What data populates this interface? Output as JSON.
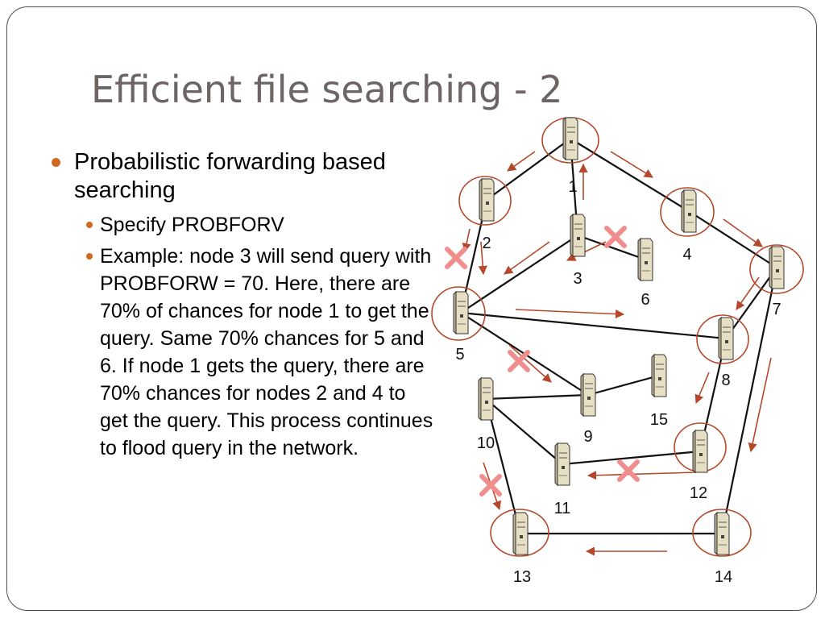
{
  "slide": {
    "title": "Efficient file searching - 2",
    "bullets": [
      {
        "text": "Probabilistic forwarding based searching",
        "sub": [
          "Specify PROBFORV",
          "Example: node 3 will send query with PROBFORW = 70. Here, there are 70% of chances for node 1 to get the query. Same 70% chances for 5 and 6. If node 1 gets the query, there are 70% chances for nodes 2 and 4 to get the query. This process continues to flood query in the network."
        ]
      }
    ]
  },
  "diagram": {
    "nodes": [
      "1",
      "2",
      "3",
      "4",
      "5",
      "6",
      "7",
      "8",
      "9",
      "10",
      "11",
      "12",
      "13",
      "14",
      "15"
    ],
    "circled_nodes": [
      "1",
      "2",
      "4",
      "5",
      "7",
      "8",
      "12",
      "13",
      "14"
    ],
    "colors": {
      "circle": "#b5482a",
      "arrow": "#b5482a",
      "cross": "#f08e8e",
      "link": "#111111",
      "server_body": "#e7dfc3",
      "bullet": "#d2691e",
      "title": "#6d6464"
    }
  }
}
